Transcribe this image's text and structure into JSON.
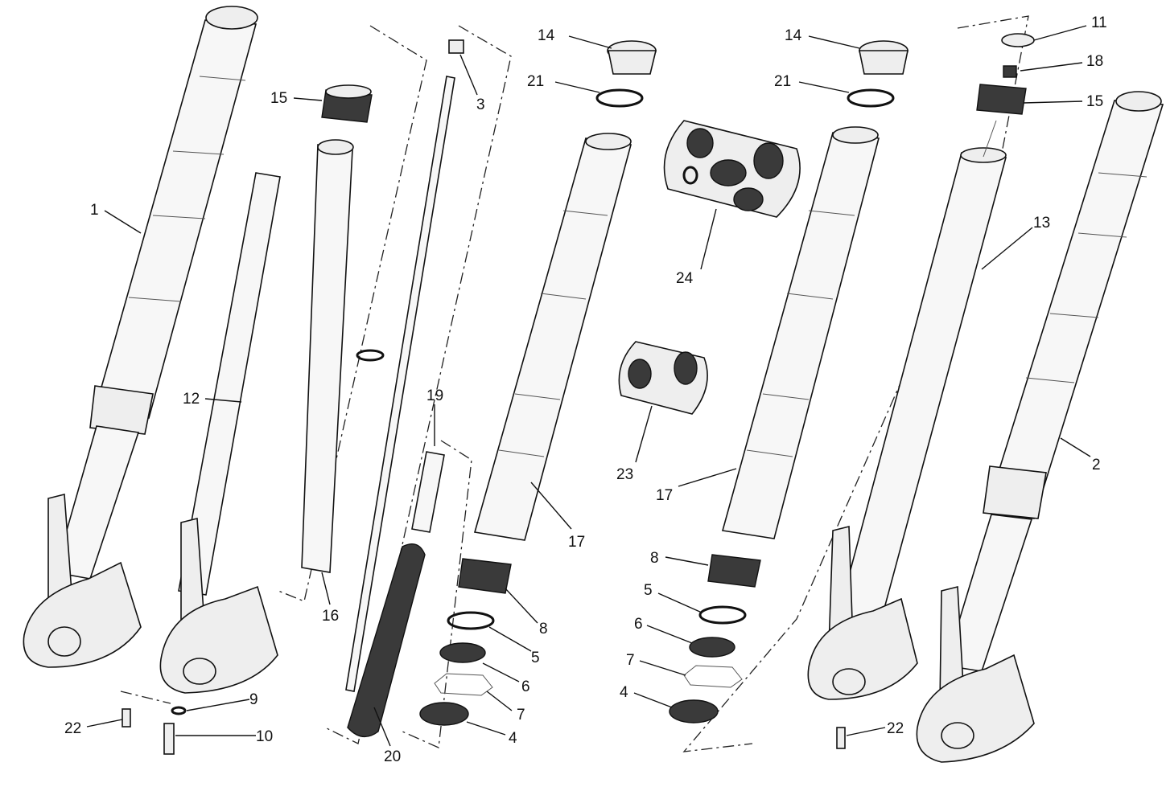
{
  "labels": {
    "l1": "1",
    "l2": "2",
    "l3": "3",
    "l4a": "4",
    "l4b": "4",
    "l5a": "5",
    "l5b": "5",
    "l6a": "6",
    "l6b": "6",
    "l7a": "7",
    "l7b": "7",
    "l8a": "8",
    "l8b": "8",
    "l9": "9",
    "l10": "10",
    "l11": "11",
    "l12": "12",
    "l13": "13",
    "l14a": "14",
    "l14b": "14",
    "l15a": "15",
    "l15b": "15",
    "l16": "16",
    "l17a": "17",
    "l17b": "17",
    "l18": "18",
    "l19": "19",
    "l20": "20",
    "l21a": "21",
    "l21b": "21",
    "l22a": "22",
    "l22b": "22",
    "l23": "23",
    "l24": "24"
  }
}
